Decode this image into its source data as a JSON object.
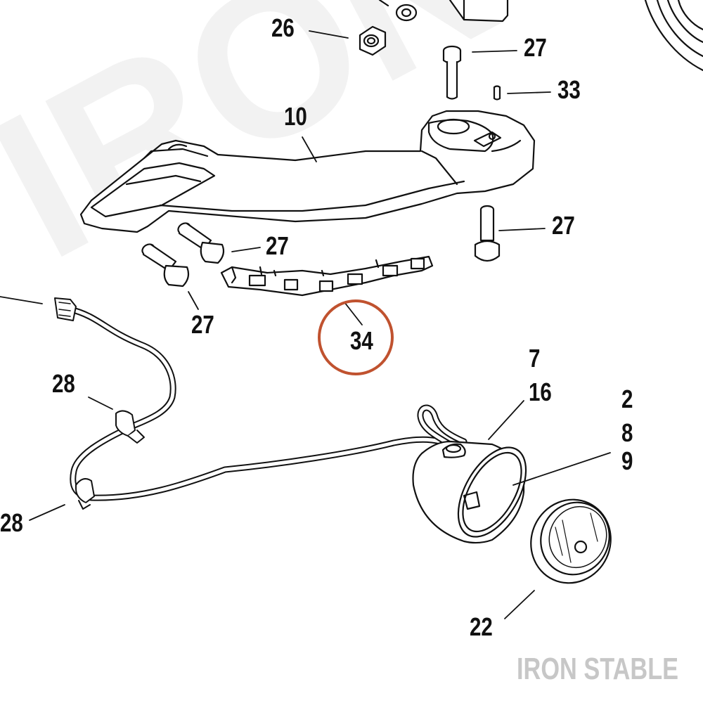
{
  "diagram": {
    "callouts": {
      "c26": "26",
      "c27_top": "27",
      "c33": "33",
      "c10": "10",
      "c27_right": "27",
      "c27_mid": "27",
      "c27_low": "27",
      "c34": "34",
      "c28_upper": "28",
      "c28_lower": "28",
      "c7": "7",
      "c16": "16",
      "c2": "2",
      "c8": "8",
      "c9": "9",
      "c22": "22"
    },
    "highlight_color": "#c0522f",
    "watermark": "IRON STABLE",
    "background_watermark": "IRON"
  }
}
